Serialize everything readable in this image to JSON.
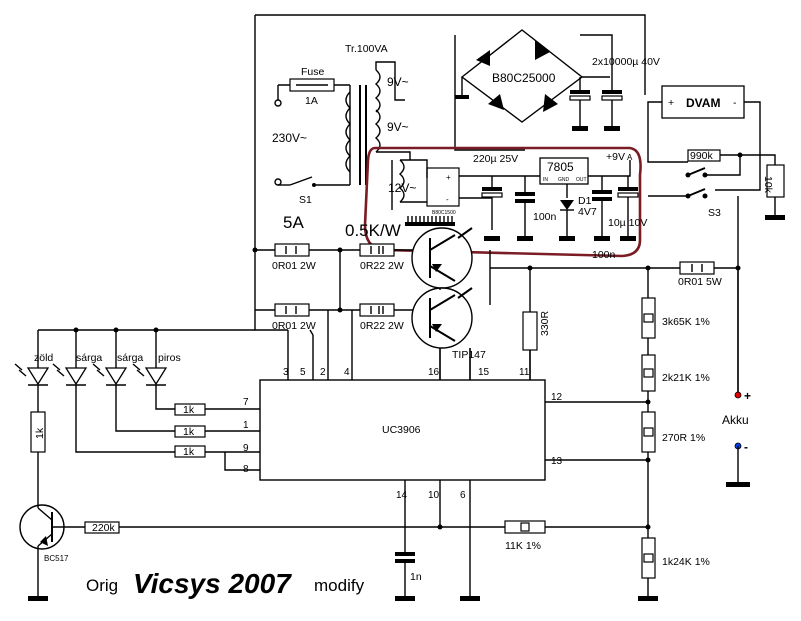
{
  "transformer": {
    "label": "Tr.100VA",
    "sec1": "9V~",
    "sec2": "9V~",
    "mains": "230V~",
    "switch": "S1"
  },
  "fuse": {
    "label": "Fuse",
    "value": "1A"
  },
  "bridge": {
    "label": "B80C25000"
  },
  "filter_caps": {
    "label": "2x10000µ 40V"
  },
  "dvam": {
    "label": "DVAM",
    "plus": "+",
    "minus": "-"
  },
  "switch_s3": {
    "label": "S3"
  },
  "res_990k": "990k",
  "res_10k": "10k",
  "aux": {
    "cap_label": "220µ 25V",
    "reg_label": "7805",
    "reg_in": "IN",
    "reg_out": "OUT",
    "reg_gnd": "GND",
    "out_label": "+9V",
    "out_marker": "A",
    "sec_label": "12V~",
    "cap_100n_a": "100n",
    "cap_100n_b": "100n",
    "zener_name": "D1",
    "zener_value": "4V7",
    "cap_10u": "10µ 10V",
    "bridge_plus": "+",
    "bridge_minus": "-",
    "bridge_small": "B80C1500"
  },
  "currents": {
    "i5a": "5A",
    "i05a": "0.5K/W"
  },
  "shunts": {
    "r1": "0R01 2W",
    "r2": "0R22 2W",
    "r3": "0R01 2W",
    "r4": "0R22 2W",
    "r5": "0R01 5W"
  },
  "transistor_label": "TIP147",
  "leds": {
    "l1": "zöld",
    "l2": "sárga",
    "l3": "sárga",
    "l4": "piros"
  },
  "resistors": {
    "r1k_a": "1k",
    "r1k_b": "1k",
    "r1k_c": "1k",
    "r1k_d": "1k",
    "r330": "330R",
    "r3k65": "3k65K 1%",
    "r2k21": "2k21K 1%",
    "r270": "270R 1%",
    "r11k": "11K 1%",
    "r1k24": "1k24K 1%",
    "r220k": "220k"
  },
  "ic": {
    "name": "UC3906",
    "pins": {
      "p3": "3",
      "p5": "5",
      "p2": "2",
      "p4": "4",
      "p16": "16",
      "p15": "15",
      "p11": "11",
      "p7": "7",
      "p1": "1",
      "p9": "9",
      "p8": "8",
      "p12": "12",
      "p13": "13",
      "p14": "14",
      "p10": "10",
      "p6": "6"
    }
  },
  "bc517": "BC517",
  "cap_1n": "1n",
  "battery": {
    "label": "Akku",
    "plus": "+",
    "minus": "-"
  },
  "credits": {
    "prefix": "Orig",
    "main": "Vicsys 2007",
    "suffix": "modify"
  }
}
